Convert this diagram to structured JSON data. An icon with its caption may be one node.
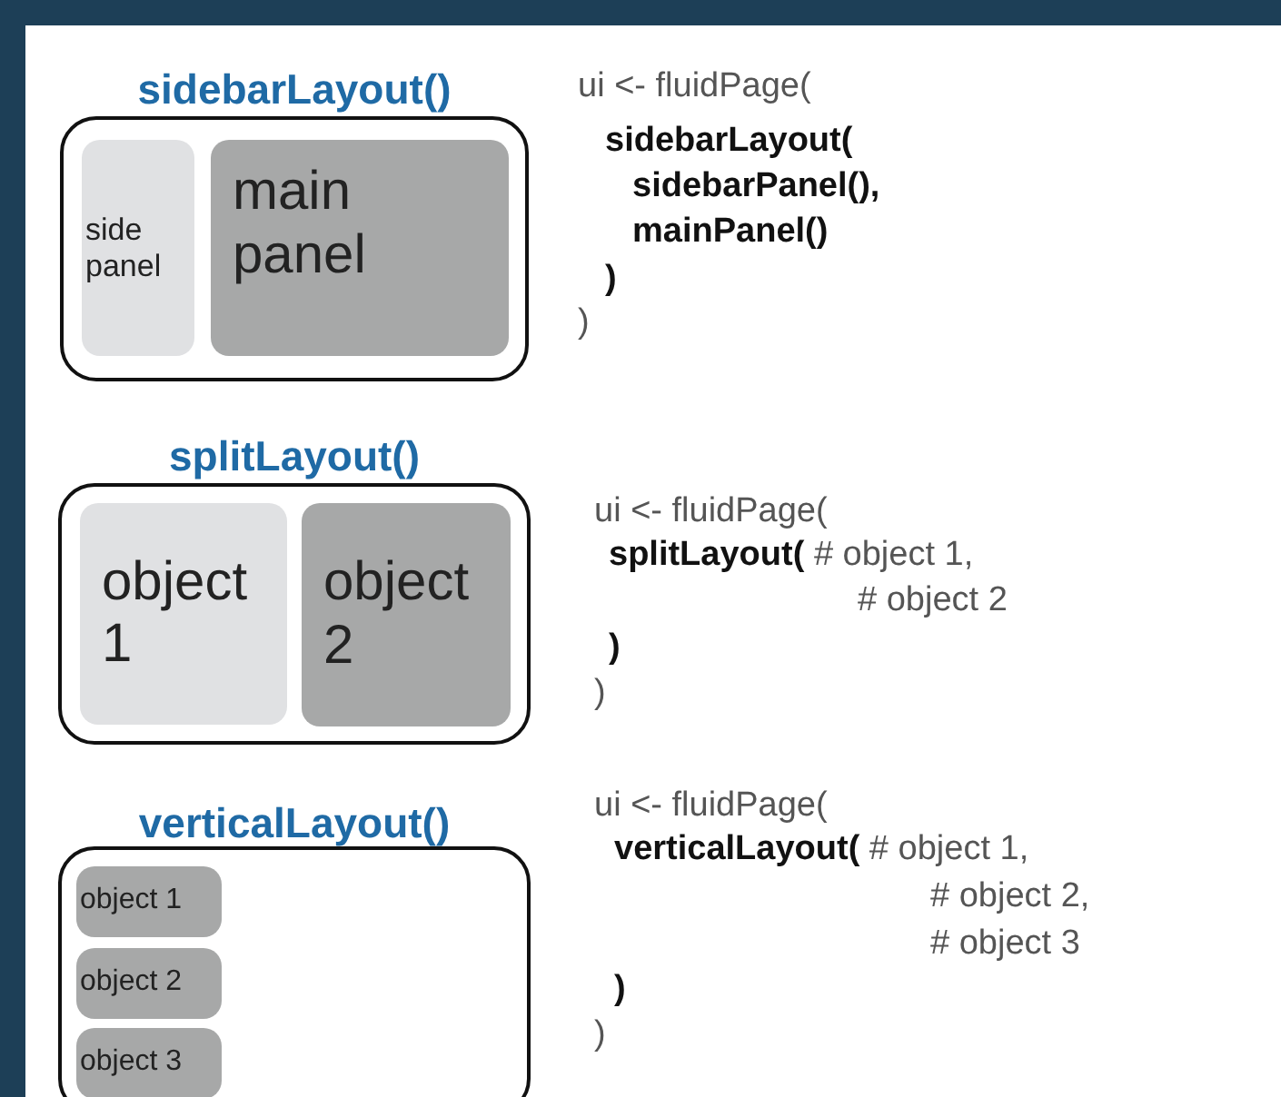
{
  "diagram": {
    "nodes": [
      {
        "text": [
          "sidebarLayout()"
        ]
      },
      {
        "text": [
          "side panel"
        ],
        "in": 0
      },
      {
        "text": [
          "main panel"
        ],
        "in": 0
      },
      {
        "text": [
          "splitLayout()"
        ]
      },
      {
        "text": [
          "object 1"
        ],
        "in": 3
      },
      {
        "text": [
          "object 2"
        ],
        "in": 3
      },
      {
        "text": [
          "verticalLayout()"
        ]
      },
      {
        "text": [
          "object 1"
        ],
        "in": 6
      },
      {
        "text": [
          "object 2"
        ],
        "in": 6
      },
      {
        "text": [
          "object 3"
        ],
        "in": 6
      }
    ],
    "labels": [
      "ui <- fluidPage(",
      "sidebarLayout(",
      "sidebarPanel(),",
      "mainPanel()",
      ")",
      ")",
      "ui <- fluidPage(",
      "**splitLayout(** # object 1,",
      "# object 2",
      ")",
      ")",
      "ui <- fluidPage(",
      "**verticalLayout(** # object 1,",
      "# object 2,",
      "# object 3",
      ")",
      ")"
    ]
  }
}
